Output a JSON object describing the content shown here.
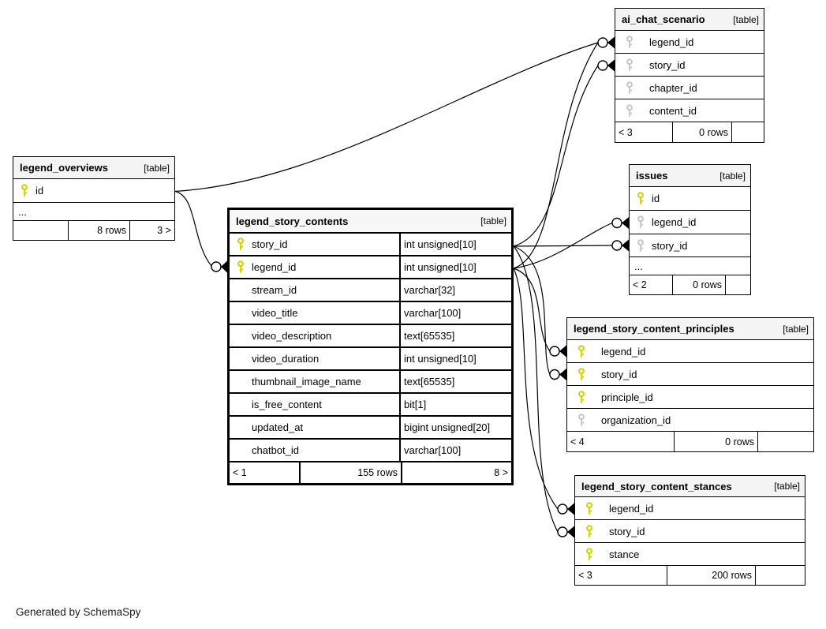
{
  "footer_note": "Generated by SchemaSpy",
  "colors": {
    "primary_key": "#d4d400",
    "secondary_key": "#c9c9c9",
    "header_bg": "#f4f4f4",
    "line": "#000000"
  },
  "tables": {
    "legend_overviews": {
      "title": "legend_overviews",
      "tag": "[table]",
      "columns": [
        {
          "name": "id",
          "key": "primary"
        }
      ],
      "ellipsis": "...",
      "footer": {
        "left": "",
        "mid": "8 rows",
        "right": "3 >"
      }
    },
    "legend_story_contents": {
      "title": "legend_story_contents",
      "tag": "[table]",
      "columns": [
        {
          "name": "story_id",
          "type": "int unsigned[10]",
          "key": "primary"
        },
        {
          "name": "legend_id",
          "type": "int unsigned[10]",
          "key": "primary"
        },
        {
          "name": "stream_id",
          "type": "varchar[32]"
        },
        {
          "name": "video_title",
          "type": "varchar[100]"
        },
        {
          "name": "video_description",
          "type": "text[65535]"
        },
        {
          "name": "video_duration",
          "type": "int unsigned[10]"
        },
        {
          "name": "thumbnail_image_name",
          "type": "text[65535]"
        },
        {
          "name": "is_free_content",
          "type": "bit[1]"
        },
        {
          "name": "updated_at",
          "type": "bigint unsigned[20]"
        },
        {
          "name": "chatbot_id",
          "type": "varchar[100]"
        }
      ],
      "footer": {
        "left": "< 1",
        "mid": "155 rows",
        "right": "8 >"
      }
    },
    "ai_chat_scenario": {
      "title": "ai_chat_scenario",
      "tag": "[table]",
      "columns": [
        {
          "name": "legend_id",
          "key": "secondary"
        },
        {
          "name": "story_id",
          "key": "secondary"
        },
        {
          "name": "chapter_id",
          "key": "secondary"
        },
        {
          "name": "content_id",
          "key": "secondary"
        }
      ],
      "footer": {
        "left": "< 3",
        "mid": "0 rows",
        "right": ""
      }
    },
    "issues": {
      "title": "issues",
      "tag": "[table]",
      "columns": [
        {
          "name": "id",
          "key": "primary"
        },
        {
          "name": "legend_id",
          "key": "secondary"
        },
        {
          "name": "story_id",
          "key": "secondary"
        }
      ],
      "ellipsis": "...",
      "footer": {
        "left": "< 2",
        "mid": "0 rows",
        "right": ""
      }
    },
    "legend_story_content_principles": {
      "title": "legend_story_content_principles",
      "tag": "[table]",
      "columns": [
        {
          "name": "legend_id",
          "key": "primary"
        },
        {
          "name": "story_id",
          "key": "primary"
        },
        {
          "name": "principle_id",
          "key": "primary"
        },
        {
          "name": "organization_id",
          "key": "secondary"
        }
      ],
      "footer": {
        "left": "< 4",
        "mid": "0 rows",
        "right": ""
      }
    },
    "legend_story_content_stances": {
      "title": "legend_story_content_stances",
      "tag": "[table]",
      "columns": [
        {
          "name": "legend_id",
          "key": "primary"
        },
        {
          "name": "story_id",
          "key": "primary"
        },
        {
          "name": "stance",
          "key": "primary"
        }
      ],
      "footer": {
        "left": "< 3",
        "mid": "200 rows",
        "right": ""
      }
    }
  },
  "relationships": [
    {
      "from": "legend_overviews.id",
      "to": "ai_chat_scenario.legend_id"
    },
    {
      "from": "legend_overviews.id",
      "to": "legend_story_contents.legend_id"
    },
    {
      "from": "legend_story_contents.story_id",
      "to": "ai_chat_scenario.story_id"
    },
    {
      "from": "legend_story_contents.legend_id",
      "to": "ai_chat_scenario.legend_id"
    },
    {
      "from": "legend_story_contents.story_id",
      "to": "issues.story_id"
    },
    {
      "from": "legend_story_contents.legend_id",
      "to": "issues.legend_id"
    },
    {
      "from": "legend_story_contents.legend_id",
      "to": "legend_story_content_principles.legend_id"
    },
    {
      "from": "legend_story_contents.story_id",
      "to": "legend_story_content_principles.story_id"
    },
    {
      "from": "legend_story_contents.legend_id",
      "to": "legend_story_content_stances.legend_id"
    },
    {
      "from": "legend_story_contents.story_id",
      "to": "legend_story_content_stances.story_id"
    }
  ]
}
